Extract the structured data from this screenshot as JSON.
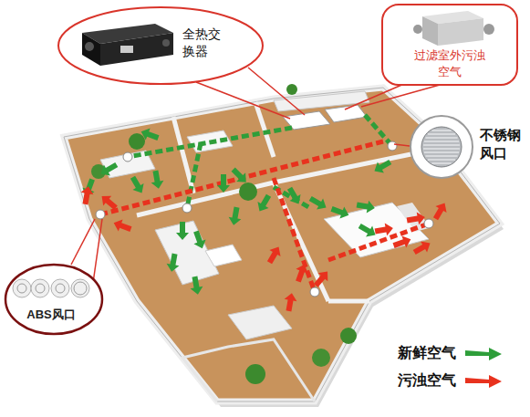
{
  "diagram": {
    "nodes": [
      {
        "text": [
          "全热交换器"
        ]
      },
      {
        "text": [
          "过滤室外污浊空气"
        ]
      },
      {
        "text": [
          "不锈钢风口"
        ]
      },
      {
        "text": [
          "ABS风口"
        ]
      }
    ],
    "legend": [
      {
        "text": "新鲜空气"
      },
      {
        "text": "污浊空气"
      }
    ]
  }
}
